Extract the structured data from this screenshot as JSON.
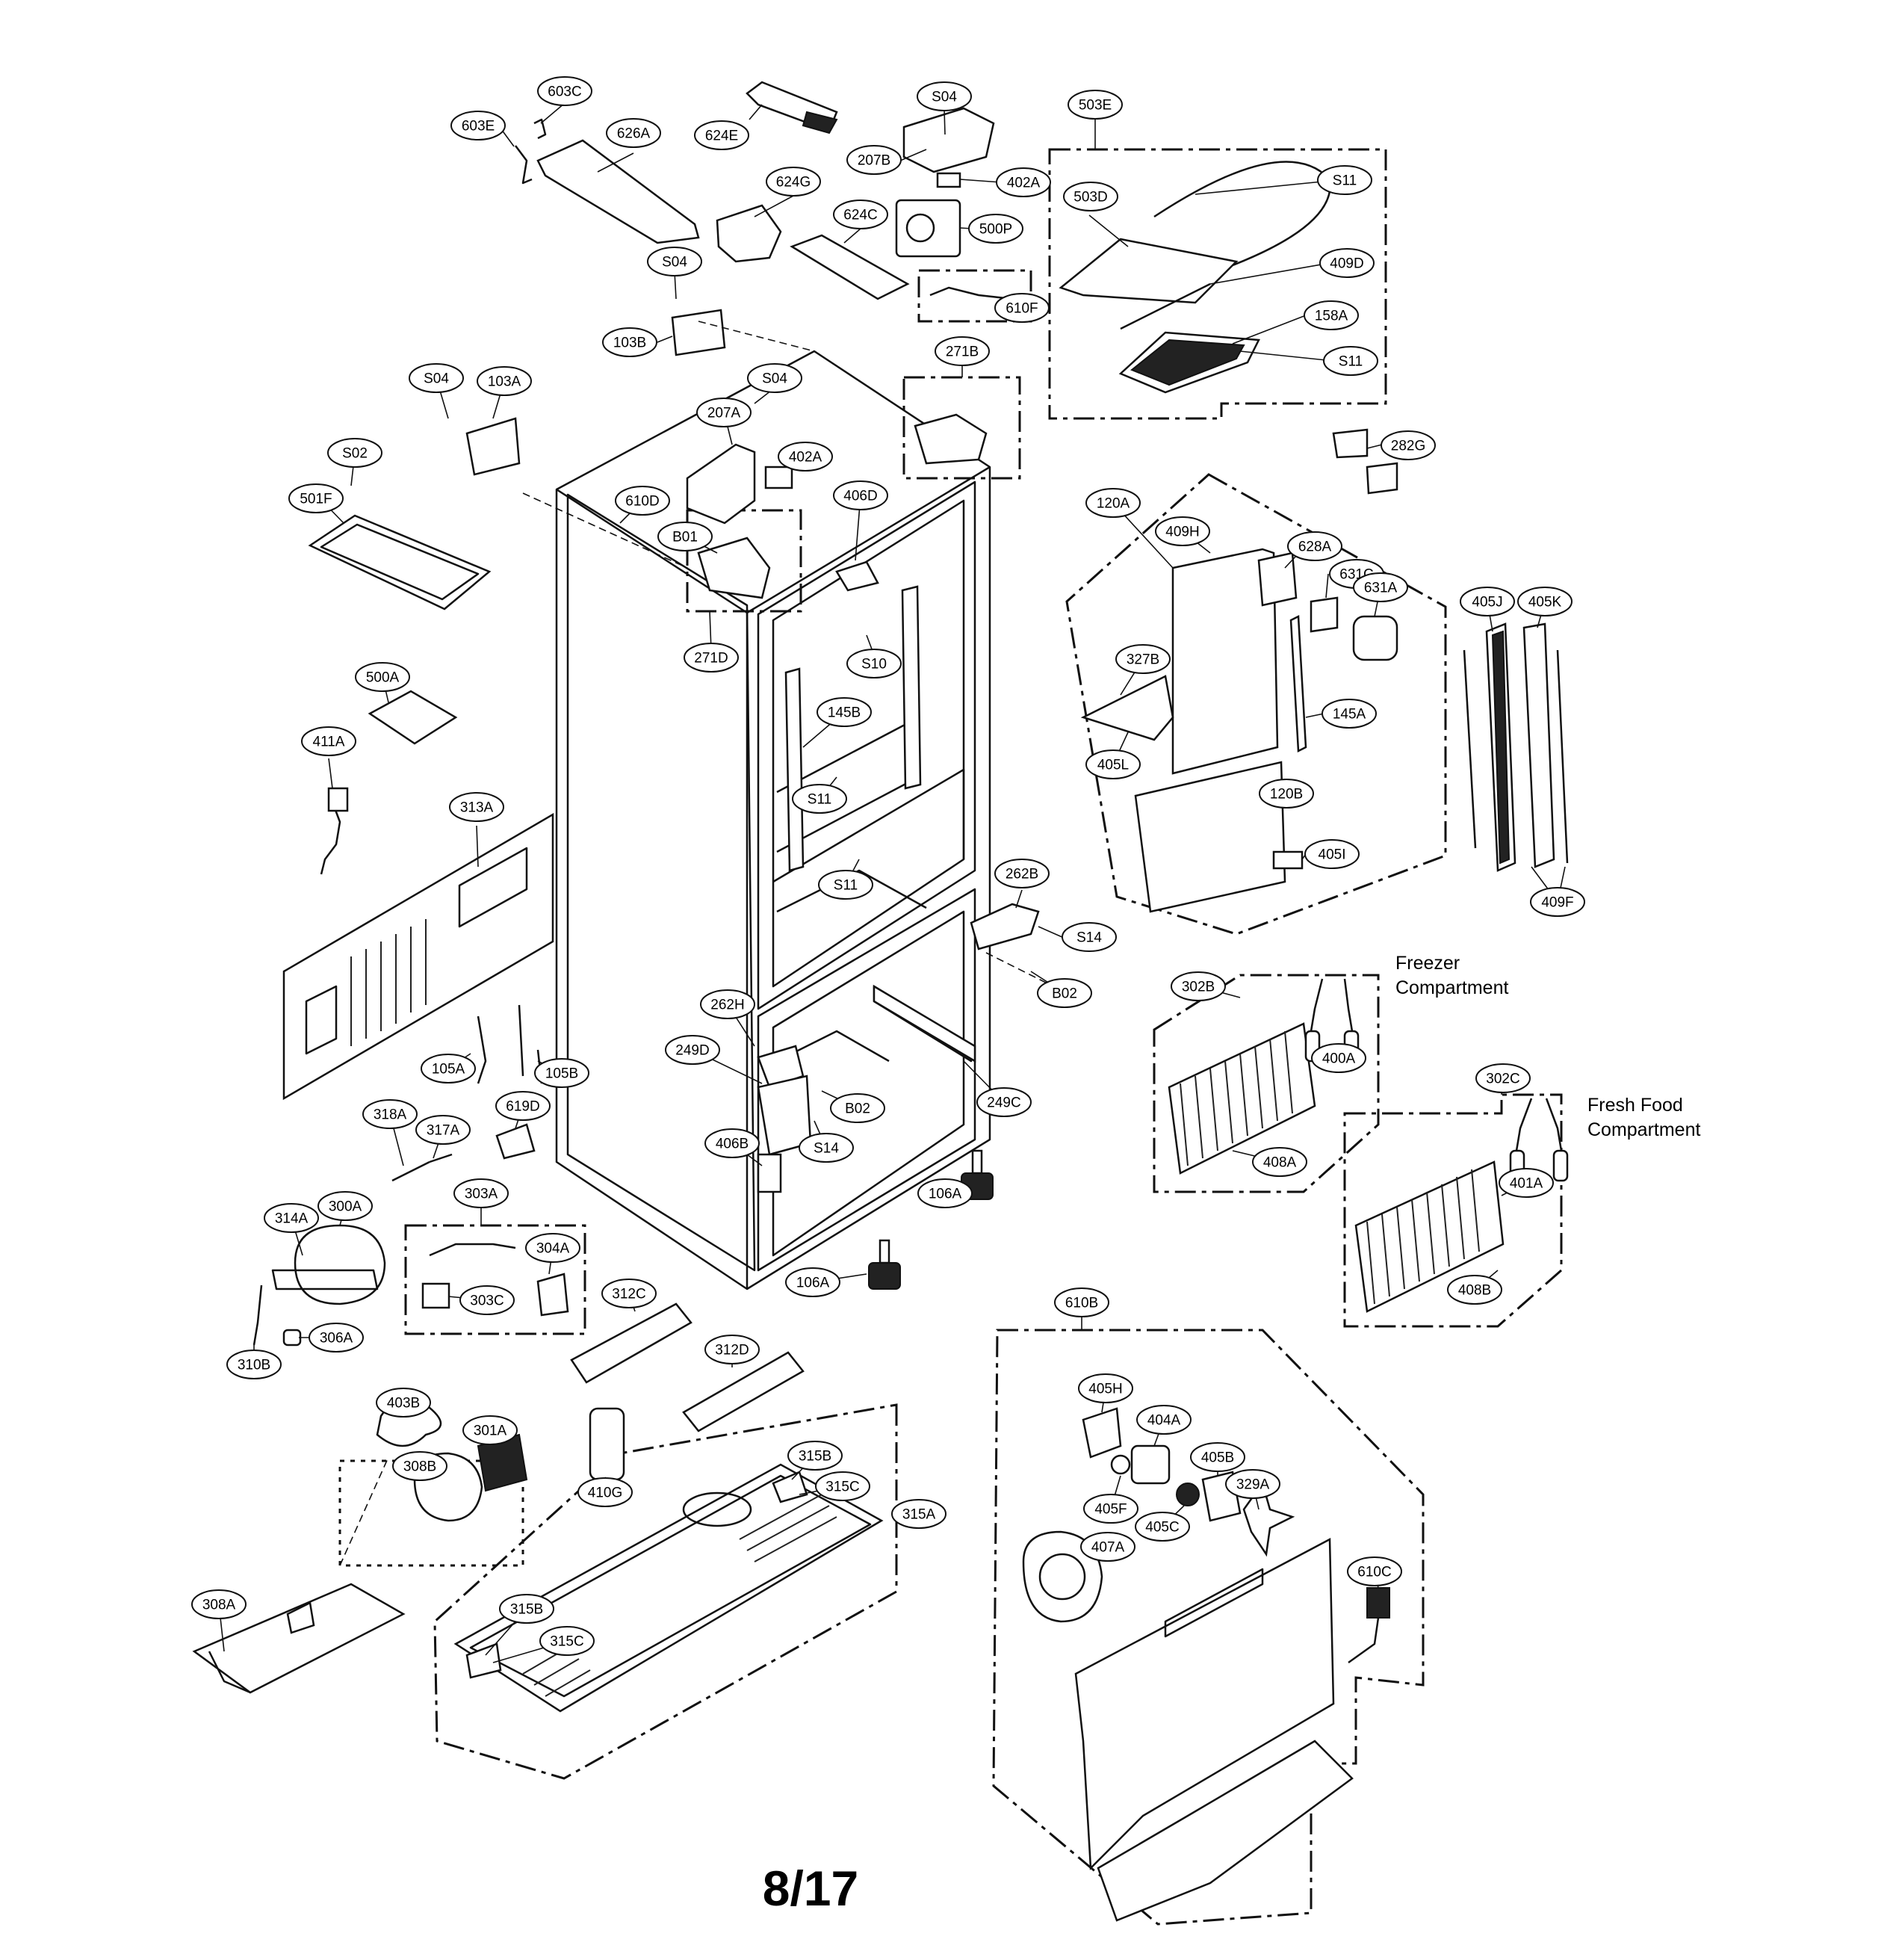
{
  "page": {
    "page_number": "8/17",
    "sections": {
      "freezer_line1": "Freezer",
      "freezer_line2": "Compartment",
      "fresh_line1": "Fresh Food",
      "fresh_line2": "Compartment"
    }
  },
  "part_labels": [
    "603C",
    "603E",
    "626A",
    "624E",
    "S04",
    "207B",
    "402A",
    "503E",
    "S11",
    "503D",
    "624G",
    "624C",
    "500P",
    "409D",
    "S04",
    "610F",
    "103B",
    "158A",
    "271B",
    "S11",
    "S04",
    "103A",
    "S04",
    "207A",
    "402A",
    "282G",
    "S02",
    "501F",
    "610D",
    "406D",
    "B01",
    "120A",
    "409H",
    "628A",
    "631C",
    "631A",
    "405J",
    "405K",
    "327B",
    "271D",
    "S10",
    "145B",
    "500A",
    "145A",
    "411A",
    "405L",
    "120B",
    "S11",
    "313A",
    "405I",
    "S11",
    "262B",
    "409F",
    "S14",
    "B02",
    "302B",
    "262H",
    "400A",
    "105A",
    "105B",
    "249D",
    "302C",
    "B02",
    "249C",
    "318A",
    "619D",
    "317A",
    "406B",
    "S14",
    "401A",
    "408A",
    "303A",
    "106A",
    "314A",
    "300A",
    "304A",
    "408B",
    "303C",
    "106A",
    "312C",
    "306A",
    "610B",
    "312D",
    "310B",
    "403B",
    "405H",
    "301A",
    "404A",
    "315B",
    "405B",
    "308B",
    "315C",
    "329A",
    "405F",
    "410G",
    "315A",
    "405C",
    "407A",
    "610C",
    "308A",
    "315B",
    "315C"
  ]
}
